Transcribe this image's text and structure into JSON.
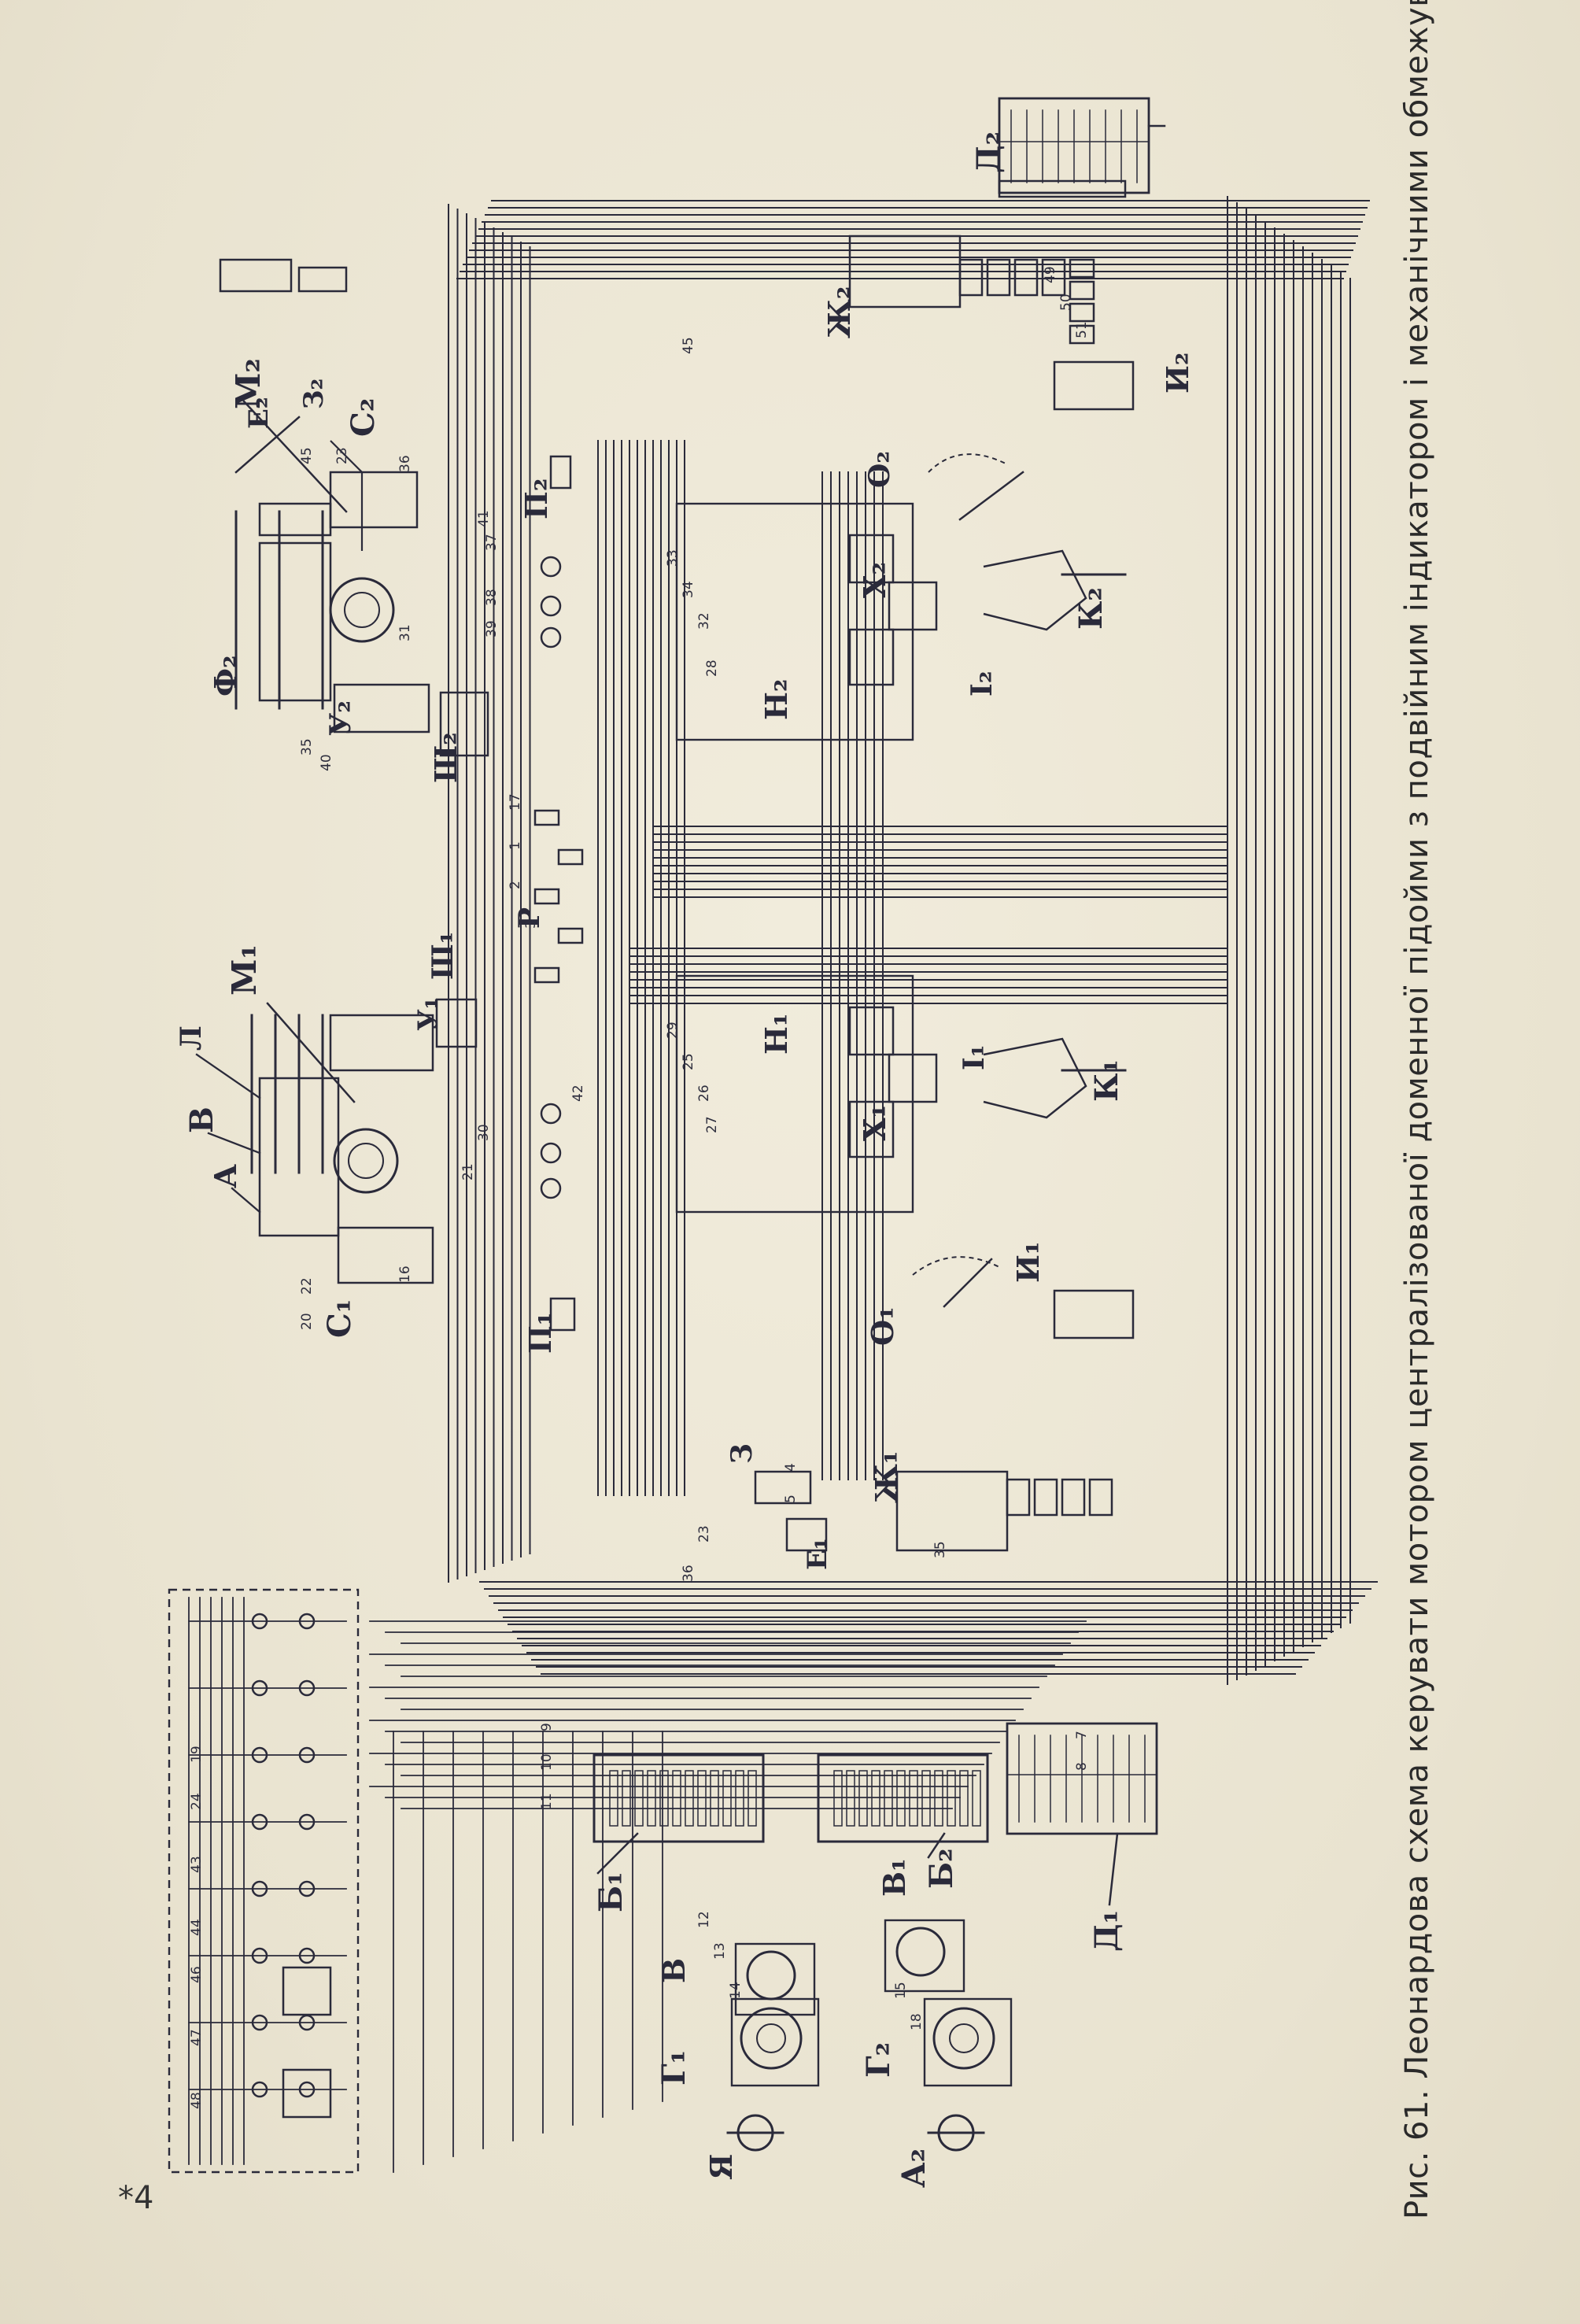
{
  "caption": "Рис. 61. Леонардова схема керувати мотором централізованої доменної підойми з подвійним індикатором і механічними обмежувачами ходу",
  "page_number": "*4",
  "colors": {
    "ink": "#2a2a3a",
    "paper": "#ece7d6"
  },
  "component_labels": [
    {
      "id": "M2",
      "text": "М₂"
    },
    {
      "id": "C2",
      "text": "С₂"
    },
    {
      "id": "F2",
      "text": "Ф₂"
    },
    {
      "id": "U2",
      "text": "У₂"
    },
    {
      "id": "Sh2",
      "text": "Ш₂"
    },
    {
      "id": "P2",
      "text": "П₂"
    },
    {
      "id": "O2",
      "text": "О₂"
    },
    {
      "id": "X2",
      "text": "Х₂"
    },
    {
      "id": "N2",
      "text": "Н₂"
    },
    {
      "id": "I2",
      "text": "І₂"
    },
    {
      "id": "K2",
      "text": "К₂"
    },
    {
      "id": "Z2",
      "text": "З₂"
    },
    {
      "id": "E2",
      "text": "Е₂"
    },
    {
      "id": "Zh2",
      "text": "Ж₂"
    },
    {
      "id": "I2b",
      "text": "И₂"
    },
    {
      "id": "D2",
      "text": "Д₂"
    },
    {
      "id": "R",
      "text": "Р"
    },
    {
      "id": "M1",
      "text": "М₁"
    },
    {
      "id": "Sh1",
      "text": "Ш₁"
    },
    {
      "id": "U1",
      "text": "У₁"
    },
    {
      "id": "A",
      "text": "А"
    },
    {
      "id": "V",
      "text": "В"
    },
    {
      "id": "L",
      "text": "Л"
    },
    {
      "id": "C1",
      "text": "С₁"
    },
    {
      "id": "P1",
      "text": "П₁"
    },
    {
      "id": "N1",
      "text": "Н₁"
    },
    {
      "id": "X1",
      "text": "Х₁"
    },
    {
      "id": "K1",
      "text": "К₁"
    },
    {
      "id": "I1",
      "text": "І₁"
    },
    {
      "id": "O1",
      "text": "О₁"
    },
    {
      "id": "I1b",
      "text": "И₁"
    },
    {
      "id": "Zh1",
      "text": "Ж₁"
    },
    {
      "id": "Z",
      "text": "З"
    },
    {
      "id": "E1",
      "text": "Е₁"
    },
    {
      "id": "B1",
      "text": "Б₁"
    },
    {
      "id": "B2",
      "text": "Б₂"
    },
    {
      "id": "D1",
      "text": "Д₁"
    },
    {
      "id": "V1",
      "text": "В₁"
    },
    {
      "id": "G1",
      "text": "Г₁"
    },
    {
      "id": "G2",
      "text": "Г₂"
    },
    {
      "id": "V2",
      "text": "В"
    },
    {
      "id": "Ya",
      "text": "Я"
    },
    {
      "id": "A2",
      "text": "А₂"
    }
  ],
  "wire_numbers": [
    "45",
    "23",
    "36",
    "35",
    "40",
    "31",
    "37",
    "38",
    "39",
    "41",
    "42",
    "30",
    "21",
    "22",
    "20",
    "16",
    "33",
    "34",
    "32",
    "28",
    "29",
    "25",
    "26",
    "27",
    "17",
    "1",
    "2",
    "3",
    "4",
    "5",
    "7",
    "8",
    "9",
    "10",
    "11",
    "12",
    "13",
    "14",
    "15",
    "18",
    "19",
    "24",
    "43",
    "44",
    "46",
    "47",
    "48",
    "49",
    "50",
    "51"
  ]
}
